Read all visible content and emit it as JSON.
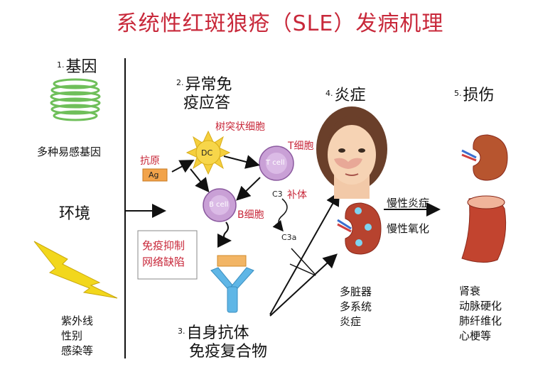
{
  "title": "系统性红斑狼疮（SLE）发病机理",
  "steps": {
    "gene": {
      "num": "1.",
      "label": "基因",
      "desc": "多种易感基因"
    },
    "immune": {
      "num": "2.",
      "line1": "异常免",
      "line2": "疫应答"
    },
    "autoantibody": {
      "num": "3.",
      "line1": "自身抗体",
      "line2": "免疫复合物"
    },
    "inflammation": {
      "num": "4.",
      "label": "炎症"
    },
    "damage": {
      "num": "5.",
      "label": "损伤"
    }
  },
  "environment": {
    "label": "环境",
    "factors": [
      "紫外线",
      "性别",
      "感染等"
    ]
  },
  "cells": {
    "dendritic_label": "树突状细胞",
    "dc": "DC",
    "t_label": "T细胞",
    "t_cell": "T cell",
    "b_label": "B细胞",
    "b_cell": "B cell",
    "antigen_label": "抗原",
    "antigen": "Ag"
  },
  "complement": {
    "c3": "C3",
    "label": "补体",
    "c3a": "C3a"
  },
  "suppression_box": [
    "免疫抑制",
    "网络缺陷"
  ],
  "organs_effect": [
    "多脏器",
    "多系统",
    "炎症"
  ],
  "chronic": [
    "慢性炎症",
    "慢性氧化"
  ],
  "damage_list": [
    "肾衰",
    "动脉硬化",
    "肺纤维化",
    "心梗等"
  ],
  "colors": {
    "title": "#c8283a",
    "accent": "#c8283a",
    "sun": "#f5cf3d",
    "cell": "#c9a0d6",
    "antibody": "#5fb6e6"
  }
}
